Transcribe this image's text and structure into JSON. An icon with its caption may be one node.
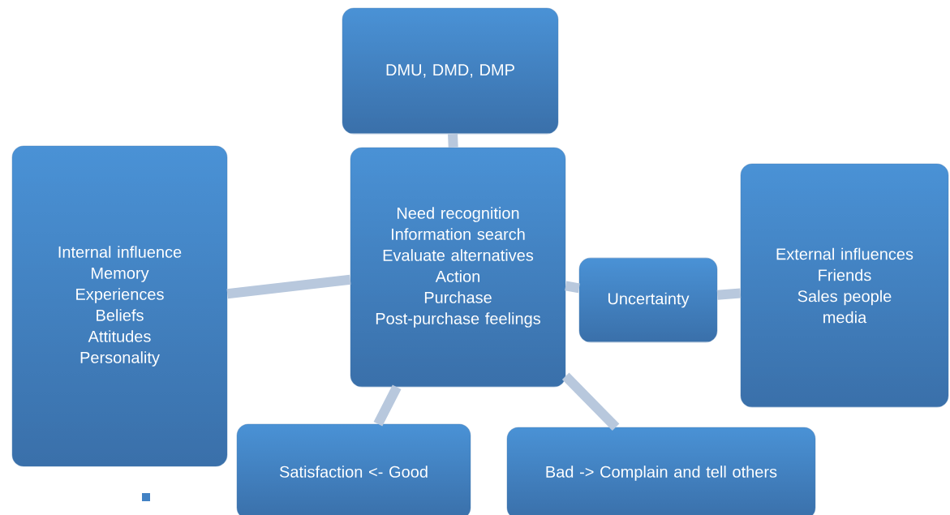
{
  "diagram": {
    "nodes": [
      {
        "text": [
          "DMU, DMD, DMP"
        ]
      },
      {
        "text": [
          "Internal influence",
          "Memory",
          "Experiences",
          "Beliefs",
          "Attitudes",
          "Personality"
        ]
      },
      {
        "text": [
          "Need recognition",
          "Information search",
          "Evaluate alternatives",
          "Action",
          "Purchase",
          "Post-purchase feelings"
        ]
      },
      {
        "text": [
          "Uncertainty"
        ]
      },
      {
        "text": [
          "External influences",
          "Friends",
          "Sales people",
          "media"
        ]
      },
      {
        "text": [
          "Satisfaction <- Good"
        ]
      },
      {
        "text": [
          "Bad -> Complain and tell others"
        ]
      }
    ],
    "edges": [
      {
        "from": 2,
        "to": 0,
        "arrow": "none"
      },
      {
        "from": 1,
        "to": 2,
        "arrow": "none"
      },
      {
        "from": 2,
        "to": 3,
        "arrow": "none"
      },
      {
        "from": 3,
        "to": 4,
        "arrow": "none"
      },
      {
        "from": 2,
        "to": 5,
        "arrow": "none"
      },
      {
        "from": 2,
        "to": 6,
        "arrow": "none"
      }
    ]
  }
}
